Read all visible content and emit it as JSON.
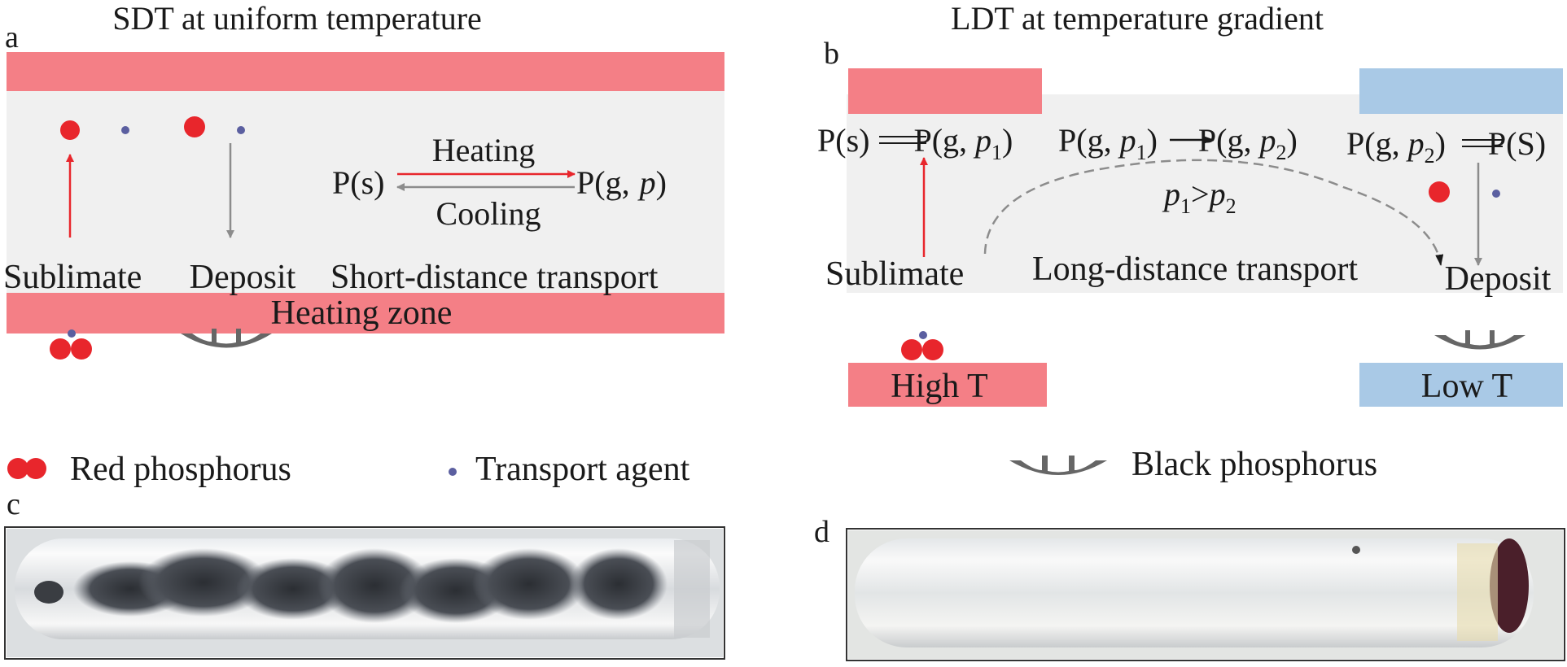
{
  "panel_a": {
    "letter": "a",
    "title": "SDT at uniform temperature",
    "reaction": {
      "left": "P(s)",
      "right_base": "P(g,",
      "right_var": "p",
      "right_close": ")",
      "forward": "Heating",
      "reverse": "Cooling"
    },
    "sublimate": "Sublimate",
    "deposit": "Deposit",
    "transport": "Short-distance transport",
    "heating_zone": "Heating zone"
  },
  "panel_b": {
    "letter": "b",
    "title": "LDT at temperature gradient",
    "eq_left": {
      "a": "P(s)",
      "b": "P(g,",
      "var": "p",
      "sub": "1",
      "close": ")"
    },
    "eq_mid": {
      "a": "P(g,",
      "var1": "p",
      "sub1": "1",
      "close1": ")",
      "b": "P(g,",
      "var2": "p",
      "sub2": "2",
      "close2": ")"
    },
    "eq_right": {
      "a": "P(g,",
      "var": "p",
      "sub": "2",
      "close": ")",
      "b": "P(S)"
    },
    "inequality": {
      "v1": "p",
      "s1": "1",
      "op": ">",
      "v2": "p",
      "s2": "2"
    },
    "sublimate": "Sublimate",
    "transport": "Long-distance transport",
    "deposit": "Deposit",
    "high_t": "High T",
    "low_t": "Low T"
  },
  "legend": {
    "red_phosphorus": "Red phosphorus",
    "transport_agent": "Transport agent",
    "black_phosphorus": "Black phosphorus"
  },
  "panel_c": {
    "letter": "c"
  },
  "panel_d": {
    "letter": "d"
  },
  "colors": {
    "heating": "#f47f86",
    "cold": "#a9c9e6",
    "tube": "#f0f0f0",
    "red_sphere": "#e8262c",
    "agent": "#5b5fa0",
    "black_p": "#6a6a6a",
    "arrow_red": "#e8262c",
    "arrow_gray": "#8c8c8c"
  }
}
